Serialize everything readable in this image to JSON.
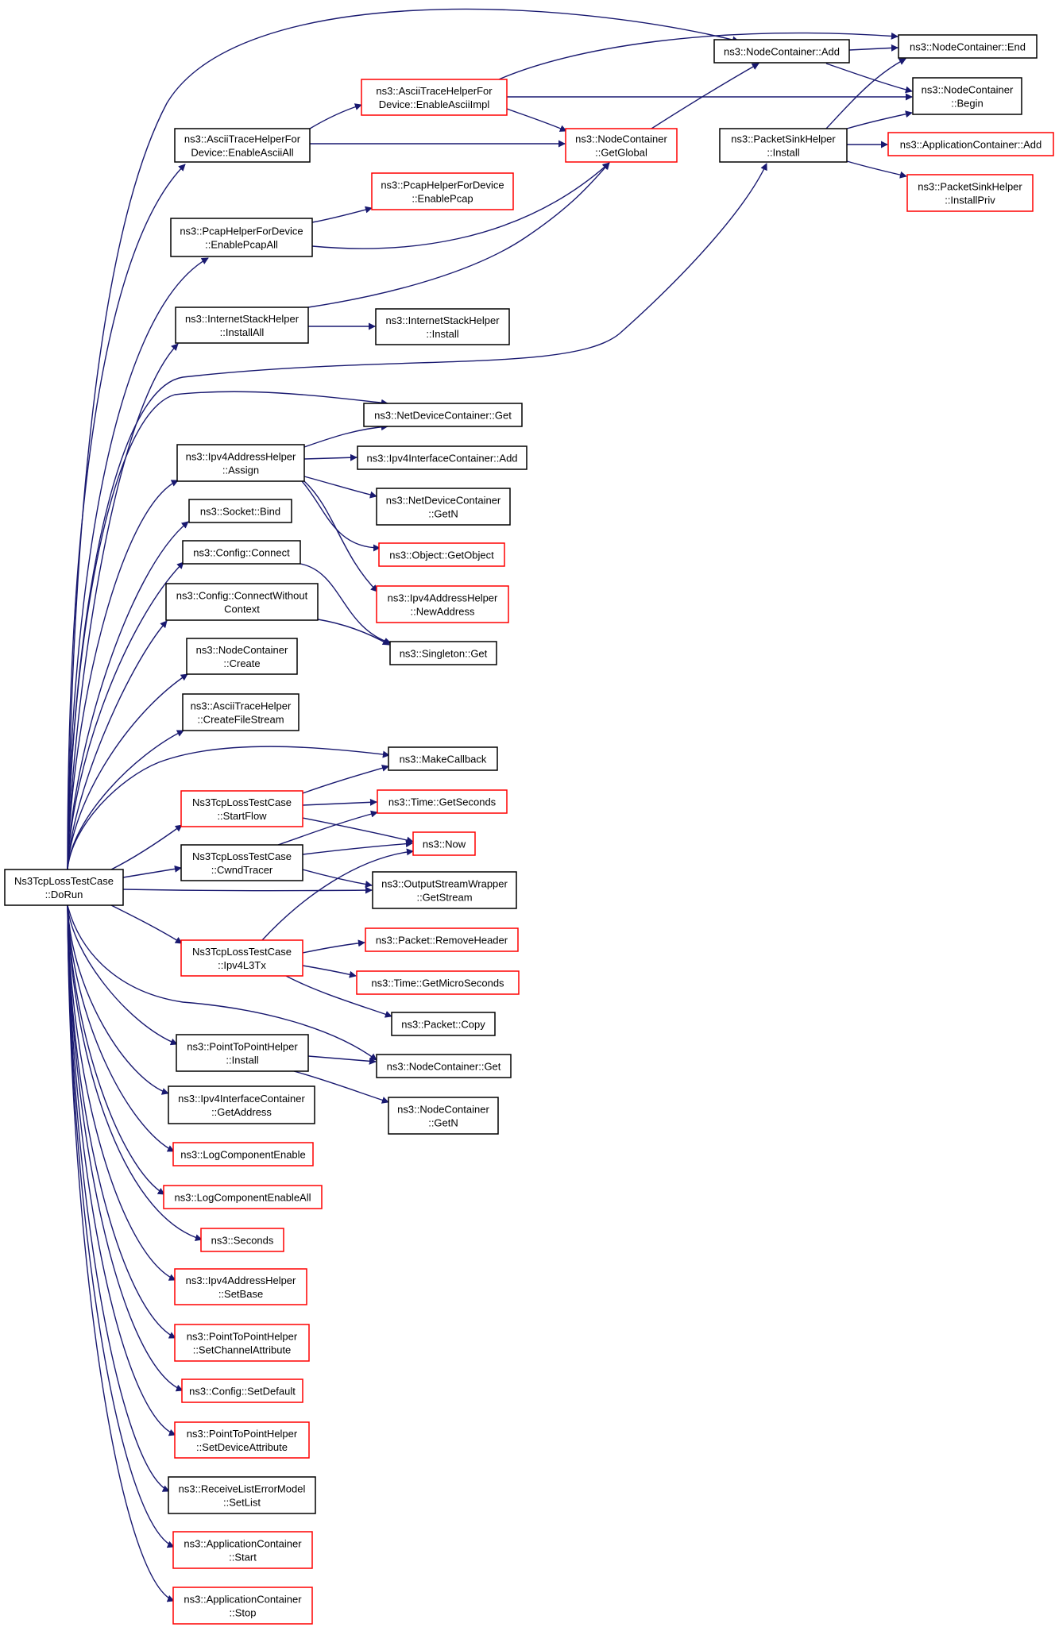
{
  "colors": {
    "edge": "#191970",
    "node_border_default": "#000000",
    "node_border_red": "#ff0000",
    "root_fill": "#bfbfbf"
  },
  "nodes": {
    "root": {
      "lines": [
        "Ns3TcpLossTestCase",
        "::DoRun"
      ],
      "style": "root"
    },
    "ascii_enable_all": {
      "lines": [
        "ns3::AsciiTraceHelperFor",
        "Device::EnableAsciiAll"
      ],
      "style": "black"
    },
    "ascii_enable_impl": {
      "lines": [
        "ns3::AsciiTraceHelperFor",
        "Device::EnableAsciiImpl"
      ],
      "style": "red"
    },
    "nc_getglobal": {
      "lines": [
        "ns3::NodeContainer",
        "::GetGlobal"
      ],
      "style": "red"
    },
    "nc_add": {
      "lines": [
        "ns3::NodeContainer::Add"
      ],
      "style": "black"
    },
    "nc_end": {
      "lines": [
        "ns3::NodeContainer::End"
      ],
      "style": "black"
    },
    "nc_begin": {
      "lines": [
        "ns3::NodeContainer",
        "::Begin"
      ],
      "style": "black"
    },
    "pcap_enable_all": {
      "lines": [
        "ns3::PcapHelperForDevice",
        "::EnablePcapAll"
      ],
      "style": "black"
    },
    "pcap_enable": {
      "lines": [
        "ns3::PcapHelperForDevice",
        "::EnablePcap"
      ],
      "style": "red"
    },
    "psh_install": {
      "lines": [
        "ns3::PacketSinkHelper",
        "::Install"
      ],
      "style": "black"
    },
    "appc_add": {
      "lines": [
        "ns3::ApplicationContainer::Add"
      ],
      "style": "red"
    },
    "psh_installpriv": {
      "lines": [
        "ns3::PacketSinkHelper",
        "::InstallPriv"
      ],
      "style": "red"
    },
    "ish_installall": {
      "lines": [
        "ns3::InternetStackHelper",
        "::InstallAll"
      ],
      "style": "black"
    },
    "ish_install": {
      "lines": [
        "ns3::InternetStackHelper",
        "::Install"
      ],
      "style": "black"
    },
    "ndc_get": {
      "lines": [
        "ns3::NetDeviceContainer::Get"
      ],
      "style": "black"
    },
    "ipv4ah_assign": {
      "lines": [
        "ns3::Ipv4AddressHelper",
        "::Assign"
      ],
      "style": "black"
    },
    "ipv4ic_add": {
      "lines": [
        "ns3::Ipv4InterfaceContainer::Add"
      ],
      "style": "black"
    },
    "ndc_getn": {
      "lines": [
        "ns3::NetDeviceContainer",
        "::GetN"
      ],
      "style": "black"
    },
    "object_getobject": {
      "lines": [
        "ns3::Object::GetObject"
      ],
      "style": "red"
    },
    "ipv4ah_newaddress": {
      "lines": [
        "ns3::Ipv4AddressHelper",
        "::NewAddress"
      ],
      "style": "red"
    },
    "socket_bind": {
      "lines": [
        "ns3::Socket::Bind"
      ],
      "style": "black"
    },
    "config_connect": {
      "lines": [
        "ns3::Config::Connect"
      ],
      "style": "black"
    },
    "config_connect_wo": {
      "lines": [
        "ns3::Config::ConnectWithout",
        "Context"
      ],
      "style": "black"
    },
    "singleton_get": {
      "lines": [
        "ns3::Singleton::Get"
      ],
      "style": "black"
    },
    "nc_create": {
      "lines": [
        "ns3::NodeContainer",
        "::Create"
      ],
      "style": "black"
    },
    "ath_createfilestream": {
      "lines": [
        "ns3::AsciiTraceHelper",
        "::CreateFileStream"
      ],
      "style": "black"
    },
    "makecallback": {
      "lines": [
        "ns3::MakeCallback"
      ],
      "style": "black"
    },
    "startflow": {
      "lines": [
        "Ns3TcpLossTestCase",
        "::StartFlow"
      ],
      "style": "red"
    },
    "time_getseconds": {
      "lines": [
        "ns3::Time::GetSeconds"
      ],
      "style": "red"
    },
    "cwndtracer": {
      "lines": [
        "Ns3TcpLossTestCase",
        "::CwndTracer"
      ],
      "style": "black"
    },
    "now": {
      "lines": [
        "ns3::Now"
      ],
      "style": "red"
    },
    "osw_getstream": {
      "lines": [
        "ns3::OutputStreamWrapper",
        "::GetStream"
      ],
      "style": "black"
    },
    "ipv4l3tx": {
      "lines": [
        "Ns3TcpLossTestCase",
        "::Ipv4L3Tx"
      ],
      "style": "red"
    },
    "packet_removeheader": {
      "lines": [
        "ns3::Packet::RemoveHeader"
      ],
      "style": "red"
    },
    "time_getmicroseconds": {
      "lines": [
        "ns3::Time::GetMicroSeconds"
      ],
      "style": "red"
    },
    "packet_copy": {
      "lines": [
        "ns3::Packet::Copy"
      ],
      "style": "black"
    },
    "p2p_install": {
      "lines": [
        "ns3::PointToPointHelper",
        "::Install"
      ],
      "style": "black"
    },
    "nc_get": {
      "lines": [
        "ns3::NodeContainer::Get"
      ],
      "style": "black"
    },
    "nc_getn": {
      "lines": [
        "ns3::NodeContainer",
        "::GetN"
      ],
      "style": "black"
    },
    "ipv4ic_getaddress": {
      "lines": [
        "ns3::Ipv4InterfaceContainer",
        "::GetAddress"
      ],
      "style": "black"
    },
    "log_enable": {
      "lines": [
        "ns3::LogComponentEnable"
      ],
      "style": "red"
    },
    "log_enable_all": {
      "lines": [
        "ns3::LogComponentEnableAll"
      ],
      "style": "red"
    },
    "seconds": {
      "lines": [
        "ns3::Seconds"
      ],
      "style": "red"
    },
    "ipv4ah_setbase": {
      "lines": [
        "ns3::Ipv4AddressHelper",
        "::SetBase"
      ],
      "style": "red"
    },
    "p2p_setchannelattr": {
      "lines": [
        "ns3::PointToPointHelper",
        "::SetChannelAttribute"
      ],
      "style": "red"
    },
    "config_setdefault": {
      "lines": [
        "ns3::Config::SetDefault"
      ],
      "style": "red"
    },
    "p2p_setdeviceattr": {
      "lines": [
        "ns3::PointToPointHelper",
        "::SetDeviceAttribute"
      ],
      "style": "red"
    },
    "rlem_setlist": {
      "lines": [
        "ns3::ReceiveListErrorModel",
        "::SetList"
      ],
      "style": "black"
    },
    "appc_start": {
      "lines": [
        "ns3::ApplicationContainer",
        "::Start"
      ],
      "style": "red"
    },
    "appc_stop": {
      "lines": [
        "ns3::ApplicationContainer",
        "::Stop"
      ],
      "style": "red"
    }
  }
}
